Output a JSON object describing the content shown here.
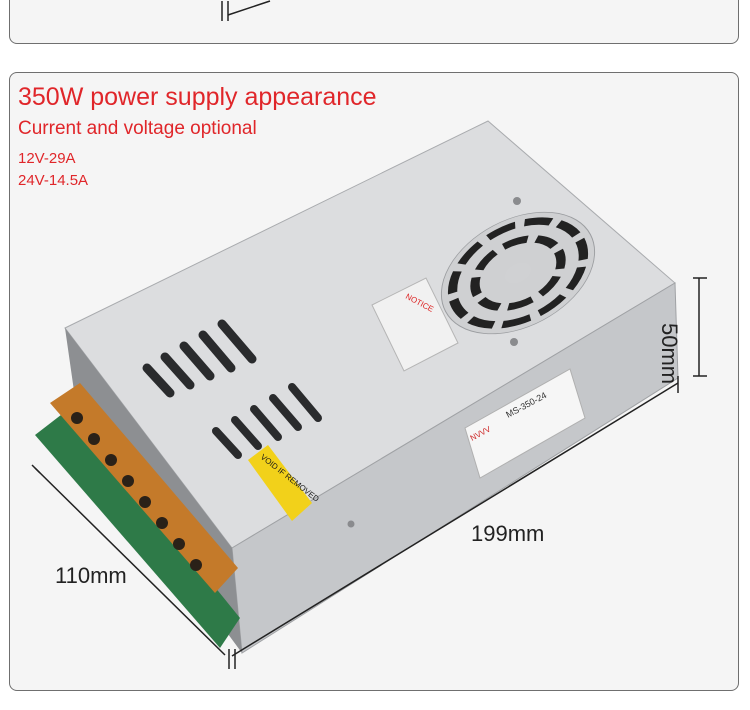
{
  "section": {
    "title": "350W power supply appearance",
    "subtitle": "Current and voltage optional",
    "specs": [
      "12V-29A",
      "24V-14.5A"
    ]
  },
  "dimensions": {
    "width": "199mm",
    "depth": "110mm",
    "height": "50mm"
  },
  "labels": {
    "notice_title": "NOTICE",
    "seal_text": "VOID IF REMOVED",
    "brand": "NVVV",
    "model": "MS-350-24"
  },
  "colors": {
    "accent": "#e0262a",
    "casing": "#d9dadc",
    "seal": "#f2d11a"
  }
}
